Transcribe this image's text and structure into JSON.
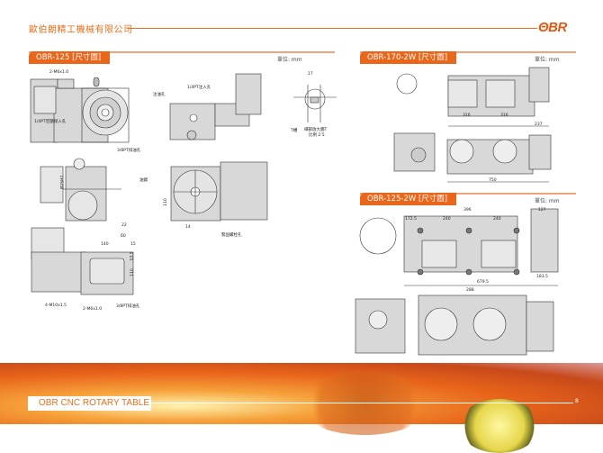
{
  "header": {
    "company": "歐伯朗精工機械有限公司",
    "logo": "OBR"
  },
  "sections": [
    {
      "title": "OBR-125 [尺寸圖]",
      "unit": "單位: mm"
    },
    {
      "title": "OBR-170-2W [尺寸圖]",
      "unit": "單位: mm"
    },
    {
      "title": "OBR-125-2W [尺寸圖]",
      "unit": "單位: mm"
    }
  ],
  "obr125_labels": {
    "m6_top": "2-M6x1.0",
    "air_inlet": "1/4PT空壓接入孔",
    "drain_top": "3/8PT排油孔",
    "oil_fill": "注油孔",
    "inlet_14": "1/4PT注入孔",
    "t_slot": "T槽",
    "detail": "細部放大圖T",
    "scale": "比例 2:5",
    "detail_dim": "17",
    "oil_sight": "油鏡",
    "bolt_hole": "緊固螺栓孔",
    "dim_110_side": "110",
    "dim_14": "14",
    "dim_22": "22",
    "dim_60": "60",
    "dim_140": "140",
    "dim_15": "15",
    "dim_13_5": "13.5",
    "dim_110": "110",
    "m10": "4-M10x1.5",
    "m6_bottom": "2-M6x1.0",
    "drain_bottom": "3/8PT排油孔",
    "bore": "Ø25H7"
  },
  "obr170_labels": {
    "overall": "750",
    "motor": "237",
    "dim_a": "316",
    "dim_b": "316"
  },
  "obr125_2w_labels": {
    "top": "396",
    "pitch_a": "240",
    "pitch_b": "240",
    "motor": "127",
    "overall": "679.5",
    "right": "183.5",
    "left": "172.5",
    "bottom_span": "288"
  },
  "footer": {
    "title": "OBR CNC ROTARY TABLE",
    "page": "8"
  },
  "colors": {
    "accent": "#e9661b",
    "drawing_fill": "#d8d8d8"
  }
}
